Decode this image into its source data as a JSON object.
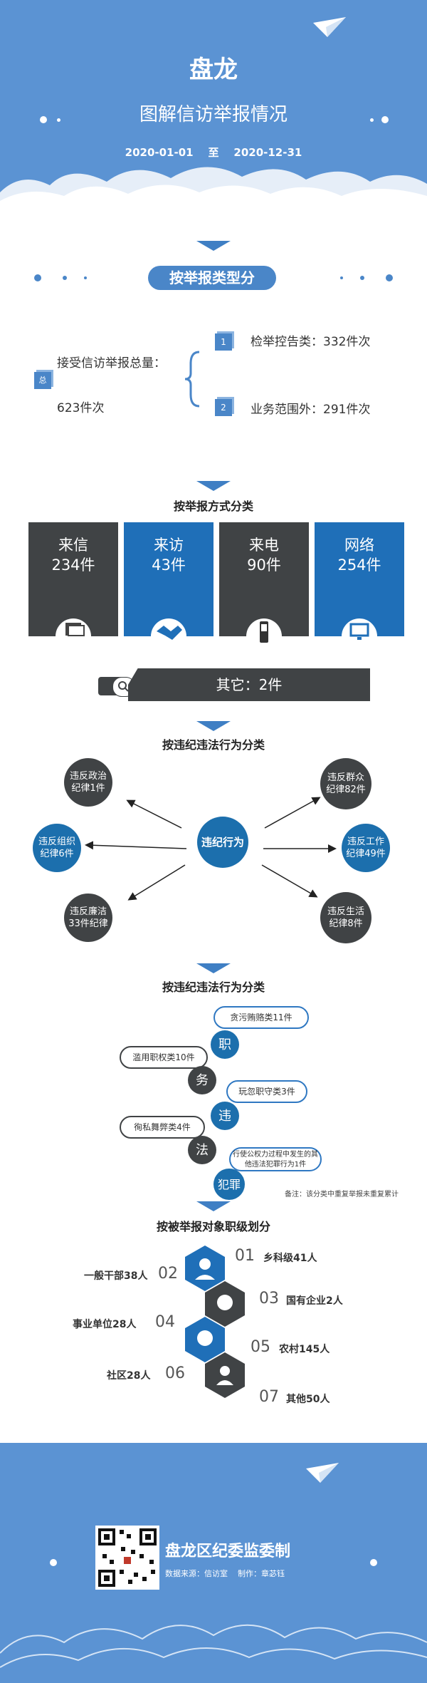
{
  "header": {
    "title": "盘龙",
    "subtitle": "图解信访举报情况",
    "date_start": "2020-01-01",
    "date_sep": "至",
    "date_end": "2020-12-31"
  },
  "section1": {
    "title": "按举报类型分",
    "total_label": "接受信访举报总量：",
    "total_value": "623件次",
    "total_icon_char": "总",
    "items": [
      {
        "num": "1",
        "label": "检举控告类：332件次"
      },
      {
        "num": "2",
        "label": "业务范围外：291件次"
      }
    ]
  },
  "section2": {
    "title": "按举报方式分类",
    "cards": [
      {
        "name": "来信",
        "count": "234件",
        "icon": "letter-icon",
        "color": "#404345"
      },
      {
        "name": "来访",
        "count": "43件",
        "icon": "handshake-icon",
        "color": "#1f6fb8"
      },
      {
        "name": "来电",
        "count": "90件",
        "icon": "phone-icon",
        "color": "#404345"
      },
      {
        "name": "网络",
        "count": "254件",
        "icon": "monitor-icon",
        "color": "#1f6fb8"
      }
    ],
    "other": "其它：2件"
  },
  "section3": {
    "title": "按违纪违法行为分类",
    "center": "违纪行为",
    "items": [
      {
        "l1": "违反政治",
        "l2": "纪律1件"
      },
      {
        "l1": "违反组织",
        "l2": "纪律6件"
      },
      {
        "l1": "违反廉洁",
        "l2": "33件纪律"
      },
      {
        "l1": "违反群众",
        "l2": "纪律82件"
      },
      {
        "l1": "违反工作",
        "l2": "纪律49件"
      },
      {
        "l1": "违反生活",
        "l2": "纪律8件"
      }
    ]
  },
  "section4": {
    "title": "按违纪违法行为分类",
    "chars": [
      "职",
      "务",
      "违",
      "法",
      "犯罪"
    ],
    "items": [
      {
        "label": "贪污贿赂类11件"
      },
      {
        "label": "滥用职权类10件"
      },
      {
        "label": "玩忽职守类3件"
      },
      {
        "label": "徇私舞弊类4件"
      },
      {
        "label": "行使公权力过程中发生的其他违法犯罪行为1件"
      }
    ],
    "note": "备注：该分类中重复举报未重复累计"
  },
  "section5": {
    "title": "按被举报对象职级划分",
    "right": [
      {
        "num": "01",
        "label": "乡科级41人"
      },
      {
        "num": "03",
        "label": "国有企业2人"
      },
      {
        "num": "05",
        "label": "农村145人"
      },
      {
        "num": "07",
        "label": "其他50人"
      }
    ],
    "left": [
      {
        "num": "02",
        "label": "一般干部38人"
      },
      {
        "num": "04",
        "label": "事业单位28人"
      },
      {
        "num": "06",
        "label": "社区28人"
      }
    ]
  },
  "footer": {
    "org": "盘龙区纪委监委制",
    "source": "数据来源：信访室",
    "author": "制作：章苾钰"
  }
}
